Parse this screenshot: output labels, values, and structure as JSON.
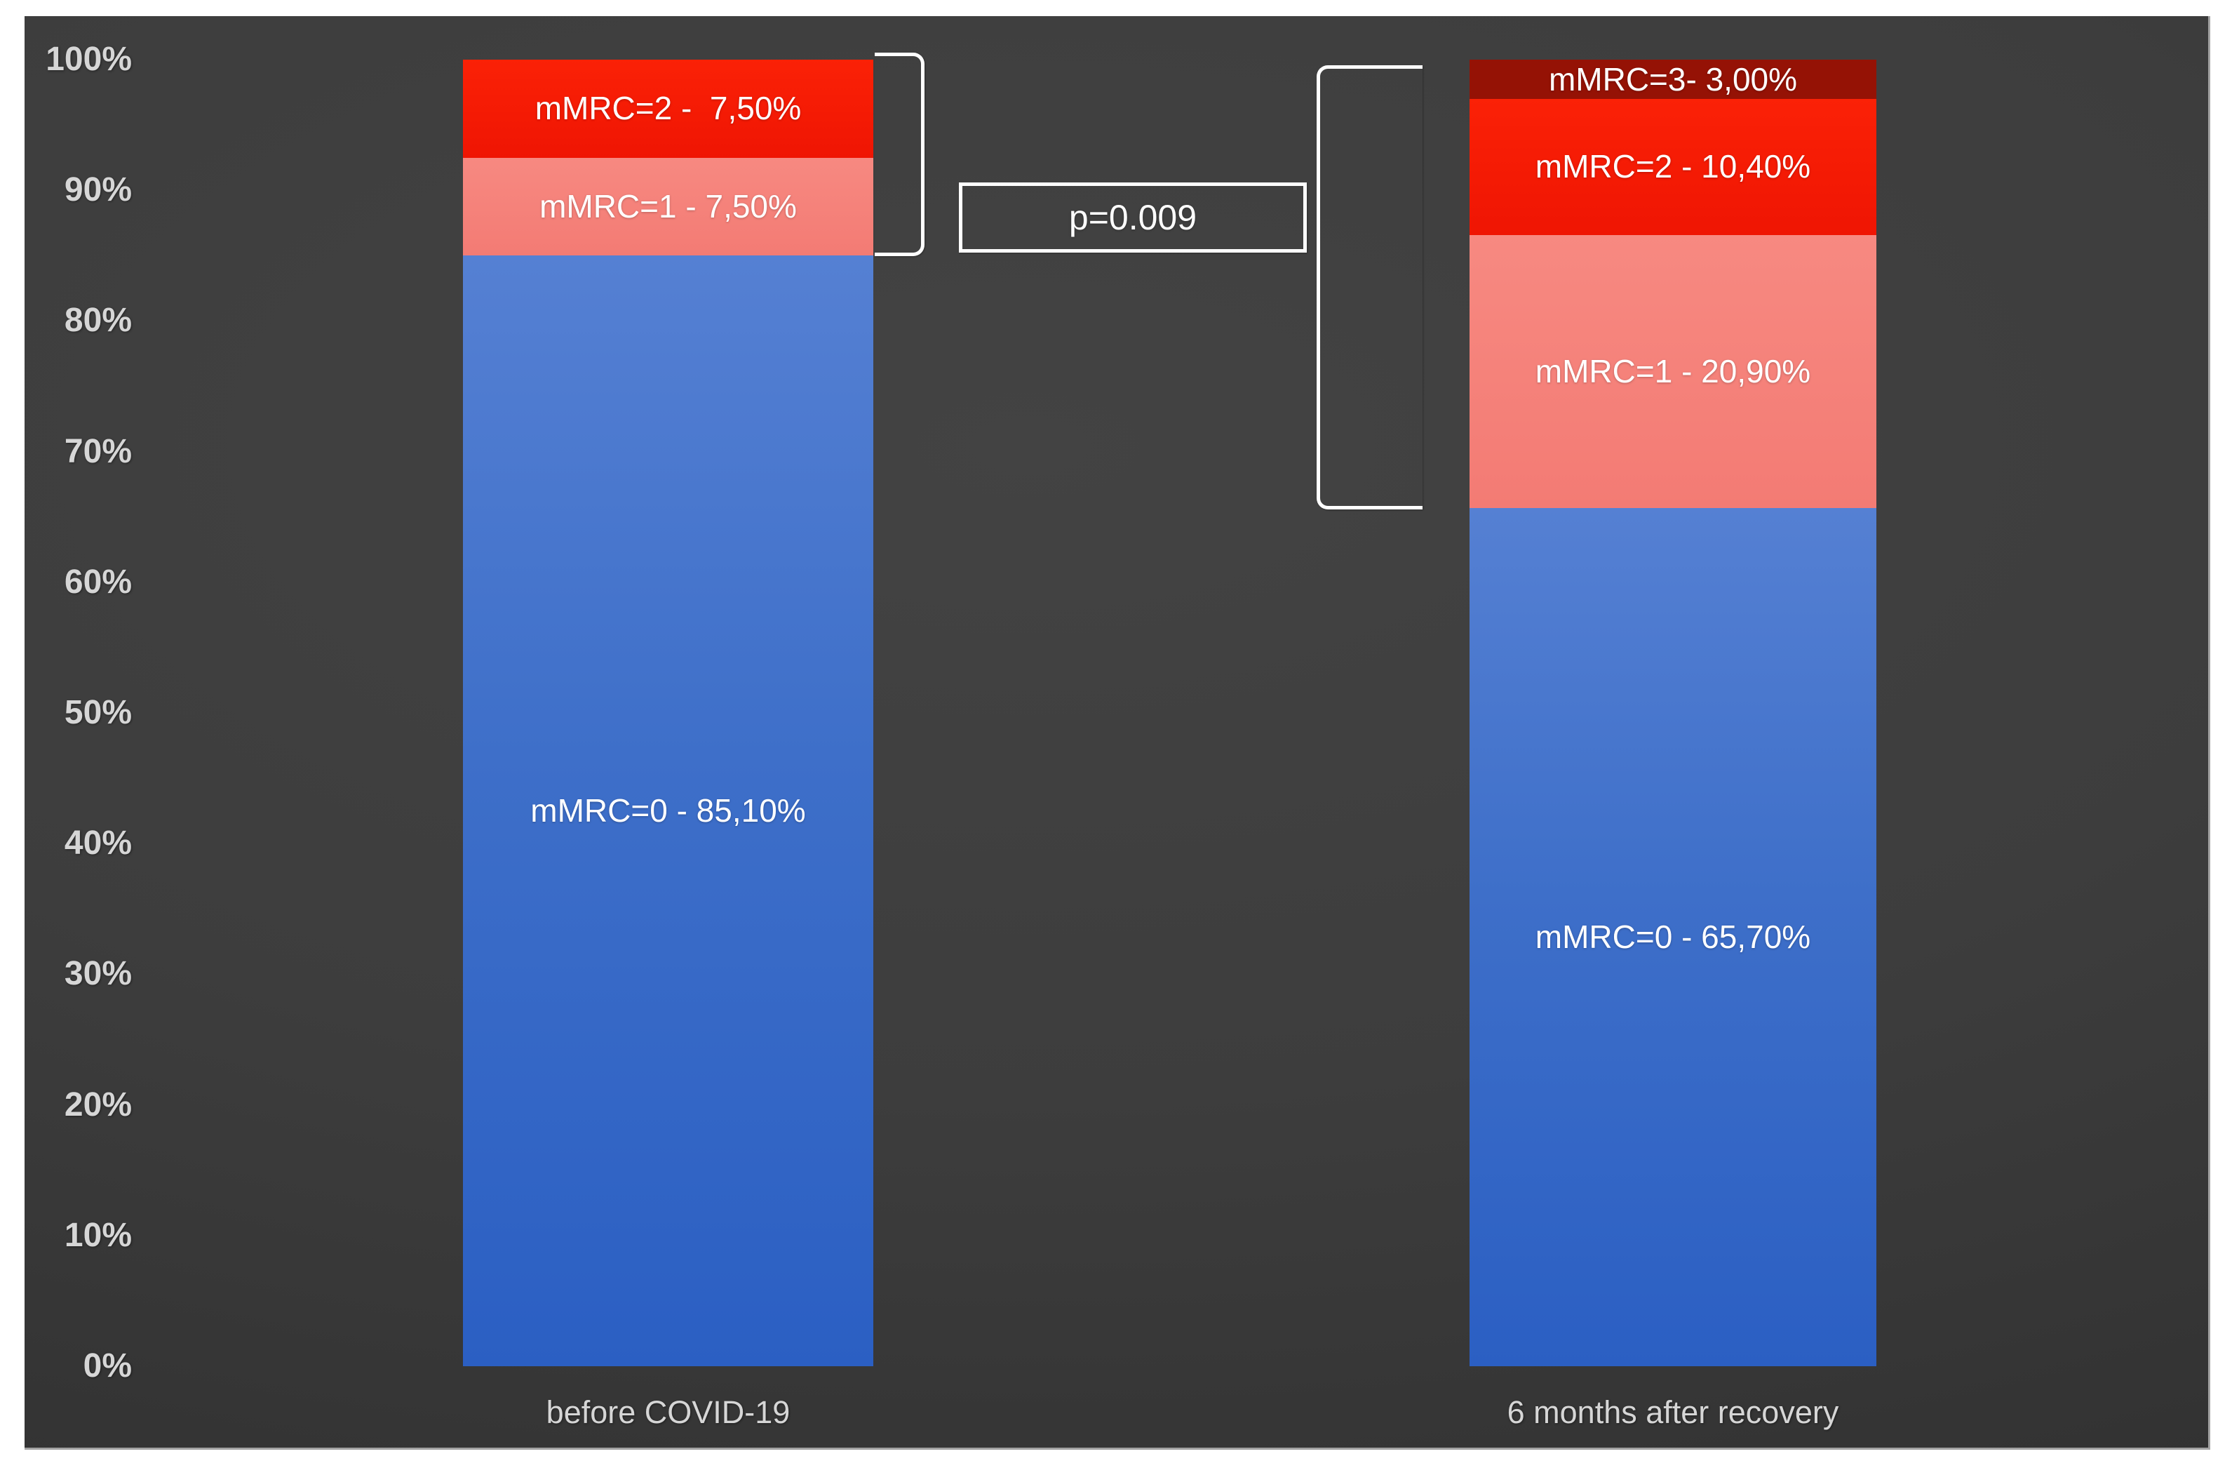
{
  "chart_data": {
    "type": "bar",
    "subtype": "100%-stacked-column",
    "title": "",
    "categories": [
      "before COVID-19",
      "6 months after recovery"
    ],
    "series": [
      {
        "name": "mMRC=0",
        "values": [
          85.1,
          65.7
        ]
      },
      {
        "name": "mMRC=1",
        "values": [
          7.5,
          20.9
        ]
      },
      {
        "name": "mMRC=2",
        "values": [
          7.5,
          10.4
        ]
      },
      {
        "name": "mMRC=3",
        "values": [
          null,
          3.0
        ]
      }
    ],
    "y_axis": {
      "ticks": [
        "100%",
        "90%",
        "80%",
        "70%",
        "60%",
        "50%",
        "40%",
        "30%",
        "20%",
        "10%",
        "0%"
      ],
      "min": 0,
      "max": 100,
      "grid": false
    },
    "legend": "none",
    "annotation": {
      "text": "p=0.009"
    },
    "palette": {
      "blue": "#3e6fc9",
      "pink": "#f5827b",
      "red": "#f81b04",
      "darkred": "#951205",
      "background_center": "#424242",
      "background_edge": "#232323",
      "axis_text": "#d6d6d6",
      "label_text": "#ffffff",
      "annotation_stroke": "#ffffff"
    },
    "bars": [
      {
        "category": "before COVID-19",
        "segments": [
          {
            "name": "mMRC=2",
            "value": 7.5,
            "color": "red",
            "label": "mMRC=2 -  7,50%"
          },
          {
            "name": "mMRC=1",
            "value": 7.5,
            "color": "pink",
            "label": "mMRC=1 - 7,50%"
          },
          {
            "name": "mMRC=0",
            "value": 85.1,
            "color": "blue",
            "label": "mMRC=0 - 85,10%"
          }
        ]
      },
      {
        "category": "6 months after recovery",
        "segments": [
          {
            "name": "mMRC=3",
            "value": 3.0,
            "color": "darkred",
            "label": "mMRC=3- 3,00%"
          },
          {
            "name": "mMRC=2",
            "value": 10.4,
            "color": "red",
            "label": "mMRC=2 - 10,40%"
          },
          {
            "name": "mMRC=1",
            "value": 20.9,
            "color": "pink",
            "label": "mMRC=1 - 20,90%"
          },
          {
            "name": "mMRC=0",
            "value": 65.7,
            "color": "blue",
            "label": "mMRC=0 - 65,70%"
          }
        ]
      }
    ]
  }
}
